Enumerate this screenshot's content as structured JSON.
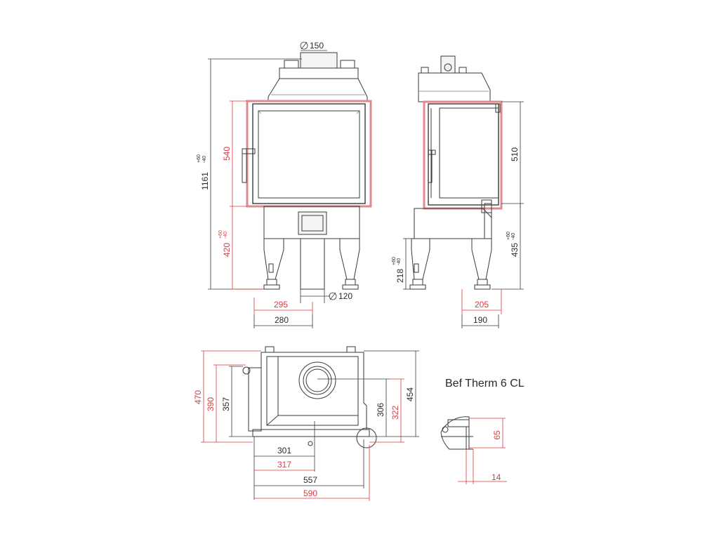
{
  "title": "Bef Therm 6 CL",
  "colors": {
    "line": "#3a3a3a",
    "accent": "#e0393e",
    "frame": "#e08a8c"
  },
  "front": {
    "flue_diameter": "150",
    "total_height": "1161",
    "total_height_tol_plus": "+60",
    "total_height_tol_minus": "-40",
    "door_height": "540",
    "base_height": "420",
    "base_height_tol_plus": "+60",
    "base_height_tol_minus": "-40",
    "air_diameter": "120",
    "offset_red": "295",
    "offset_black": "280"
  },
  "side": {
    "door_height": "510",
    "right_height": "435",
    "right_height_tol_plus": "+60",
    "right_height_tol_minus": "-40",
    "inlet_height": "218",
    "inlet_height_tol_plus": "+60",
    "inlet_height_tol_minus": "-40",
    "offset_red": "205",
    "offset_black": "190"
  },
  "plan": {
    "depth_outer": "470",
    "depth_red": "390",
    "depth_inner": "357",
    "flue_depth_black": "306",
    "flue_depth_red": "322",
    "depth_right": "454",
    "flue_offset_black": "301",
    "flue_offset_red": "317",
    "width_black": "557",
    "width_red": "590"
  },
  "detail": {
    "height": "65",
    "width": "14"
  }
}
